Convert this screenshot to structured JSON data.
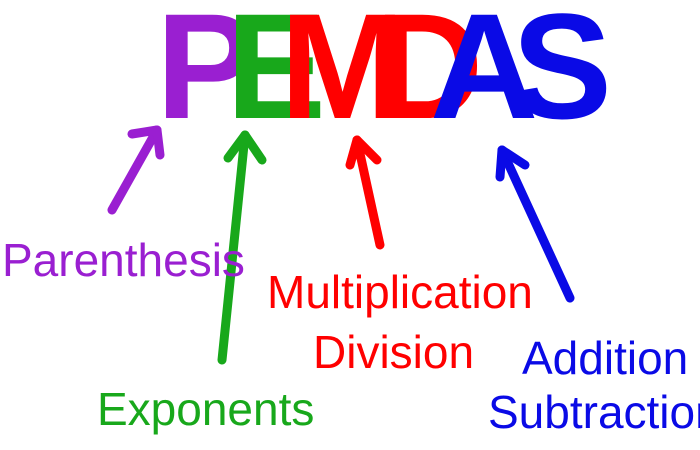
{
  "title_letters": [
    {
      "char": "P",
      "color": "#9a1fd1"
    },
    {
      "char": "E",
      "color": "#18a81b"
    },
    {
      "char": "M",
      "color": "#ff0000"
    },
    {
      "char": "D",
      "color": "#ff0000"
    },
    {
      "char": "A",
      "color": "#0a0ae6"
    },
    {
      "char": "S",
      "color": "#0a0ae6"
    }
  ],
  "labels": {
    "parenthesis": "Parenthesis",
    "exponents": "Exponents",
    "multiplication": "Multiplication",
    "division": "Division",
    "addition": "Addition",
    "subtraction": "Subtraction"
  },
  "colors": {
    "purple": "#9a1fd1",
    "green": "#18a81b",
    "red": "#ff0000",
    "blue": "#0a0ae6"
  }
}
